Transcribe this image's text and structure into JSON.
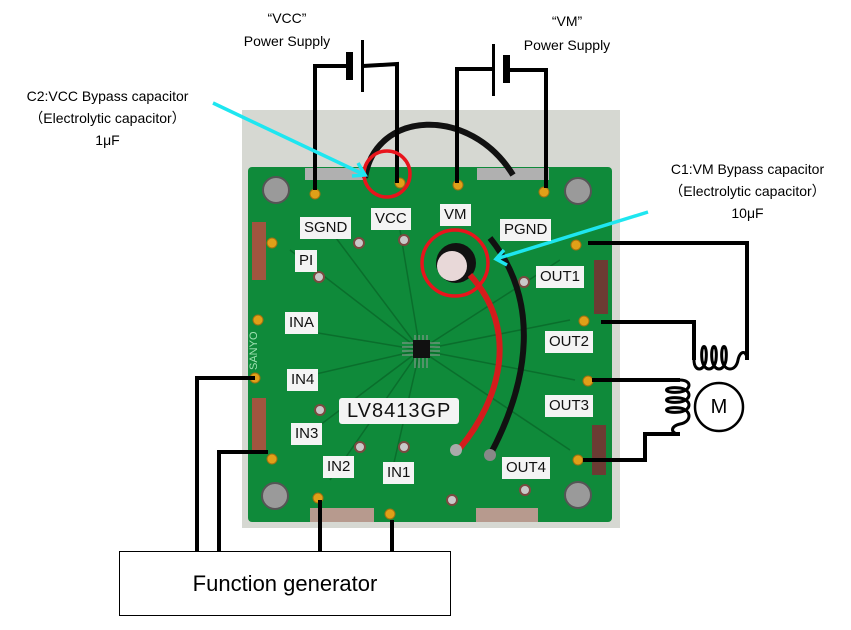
{
  "power_supplies": {
    "vcc": {
      "name": "“VCC”",
      "subtitle": "Power Supply"
    },
    "vm": {
      "name": "“VM”",
      "subtitle": "Power Supply"
    }
  },
  "annotations": {
    "c2": {
      "line1": "C2:VCC Bypass capacitor",
      "line2": "（Electrolytic capacitor）",
      "line3": "1μF"
    },
    "c1": {
      "line1": "C1:VM Bypass capacitor",
      "line2": "（Electrolytic capacitor）",
      "line3": "10μF"
    }
  },
  "board": {
    "chip_label": "LV8413GP",
    "silkscreen_left": "SANYO",
    "pins": {
      "sgnd": "SGND",
      "vcc": "VCC",
      "vm": "VM",
      "pgnd": "PGND",
      "pi": "PI",
      "ina": "INA",
      "in4": "IN4",
      "in3": "IN3",
      "in2": "IN2",
      "in1": "IN1",
      "out1": "OUT1",
      "out2": "OUT2",
      "out3": "OUT3",
      "out4": "OUT4"
    }
  },
  "motor": {
    "symbol": "M"
  },
  "function_generator": {
    "label": "Function generator"
  },
  "colors": {
    "highlight_circle": "#e8141c",
    "arrow": "#1ee6f0",
    "pcb_green": "#0f8a3a",
    "wire": "#000000"
  }
}
